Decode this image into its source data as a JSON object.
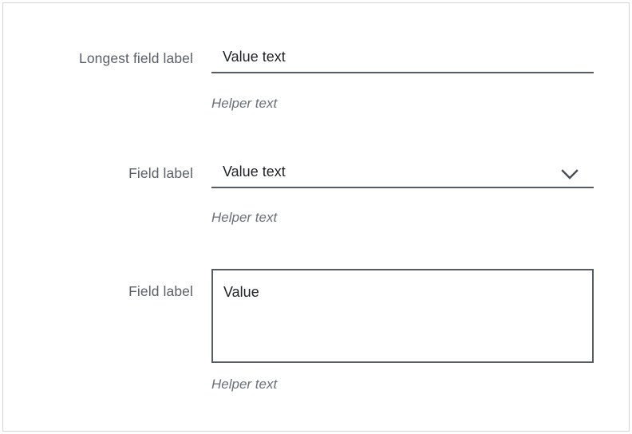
{
  "form": {
    "fields": [
      {
        "label": "Longest field label",
        "type": "text-input",
        "value": "Value text",
        "helper": "Helper text"
      },
      {
        "label": "Field label",
        "type": "select",
        "value": "Value text",
        "helper": "Helper text",
        "icon": "chevron-down-icon"
      },
      {
        "label": "Field label",
        "type": "textarea",
        "value": "Value",
        "helper": "Helper text"
      }
    ]
  },
  "colors": {
    "label": "#5a6067",
    "value": "#1e2226",
    "helper": "#6a7079",
    "field_line": "#565c64",
    "frame_border": "#d3d7dd",
    "background": "#ffffff"
  }
}
